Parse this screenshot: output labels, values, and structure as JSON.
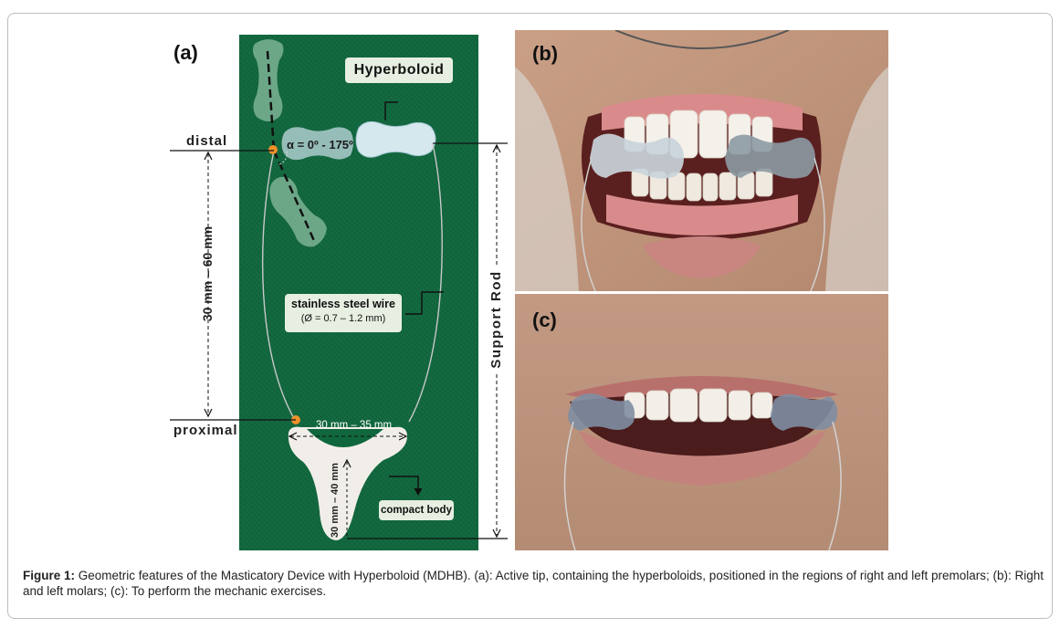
{
  "panel_a": {
    "label": "(a)",
    "hyperboloid_label": "Hyperboloid",
    "angle_label": "α = 0º - 175º",
    "distal_label": "distal",
    "proximal_label": "proximal",
    "length_label": "30 mm – 60 mm",
    "wire_label": "stainless steel wire",
    "wire_diameter": "(Ø = 0.7 – 1.2 mm)",
    "width_label": "30 mm – 35 mm",
    "body_height_label": "30 mm – 40 mm",
    "compact_body_label": "compact body",
    "support_rod_label": "Support Rod"
  },
  "panel_b": {
    "label": "(b)"
  },
  "panel_c": {
    "label": "(c)"
  },
  "caption": {
    "lead": "Figure 1:",
    "text": " Geometric features of the Masticatory Device with Hyperboloid (MDHB). (a): Active tip, containing the hyperboloids, positioned in the regions of right and left premolars; (b): Right and left molars; (c): To perform the mechanic exercises."
  },
  "colors": {
    "panel_green": "#10673d",
    "hyperboloid": "#cfe3ec",
    "marker_orange": "#f0902a"
  }
}
